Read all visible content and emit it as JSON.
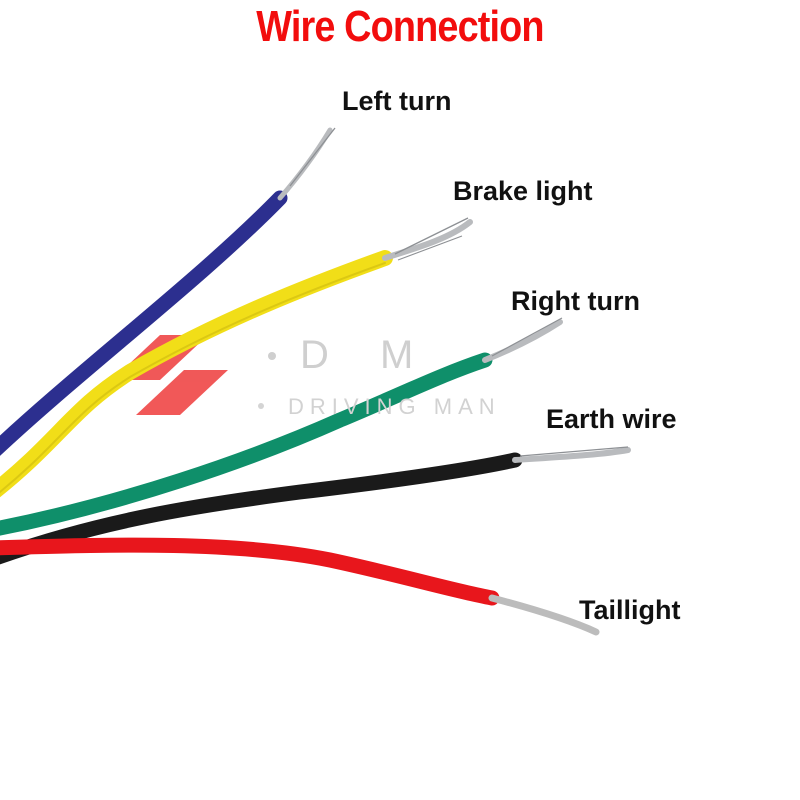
{
  "title": "Wire Connection",
  "watermark": {
    "letters": "D M",
    "subtitle": "DRIVING MAN"
  },
  "colors": {
    "title": "#f20d0d",
    "blue": "#2c2f8f",
    "yellow": "#f1de18",
    "green": "#0f8f6a",
    "black": "#1a1a1a",
    "red": "#e8161c",
    "copper": "#b9bbbe",
    "watermark_red": "#ee3b3b"
  },
  "wires": [
    {
      "label": "Left turn",
      "color": "blue"
    },
    {
      "label": "Brake light",
      "color": "yellow"
    },
    {
      "label": "Right turn",
      "color": "green"
    },
    {
      "label": "Earth wire",
      "color": "black"
    },
    {
      "label": "Taillight",
      "color": "red"
    }
  ]
}
